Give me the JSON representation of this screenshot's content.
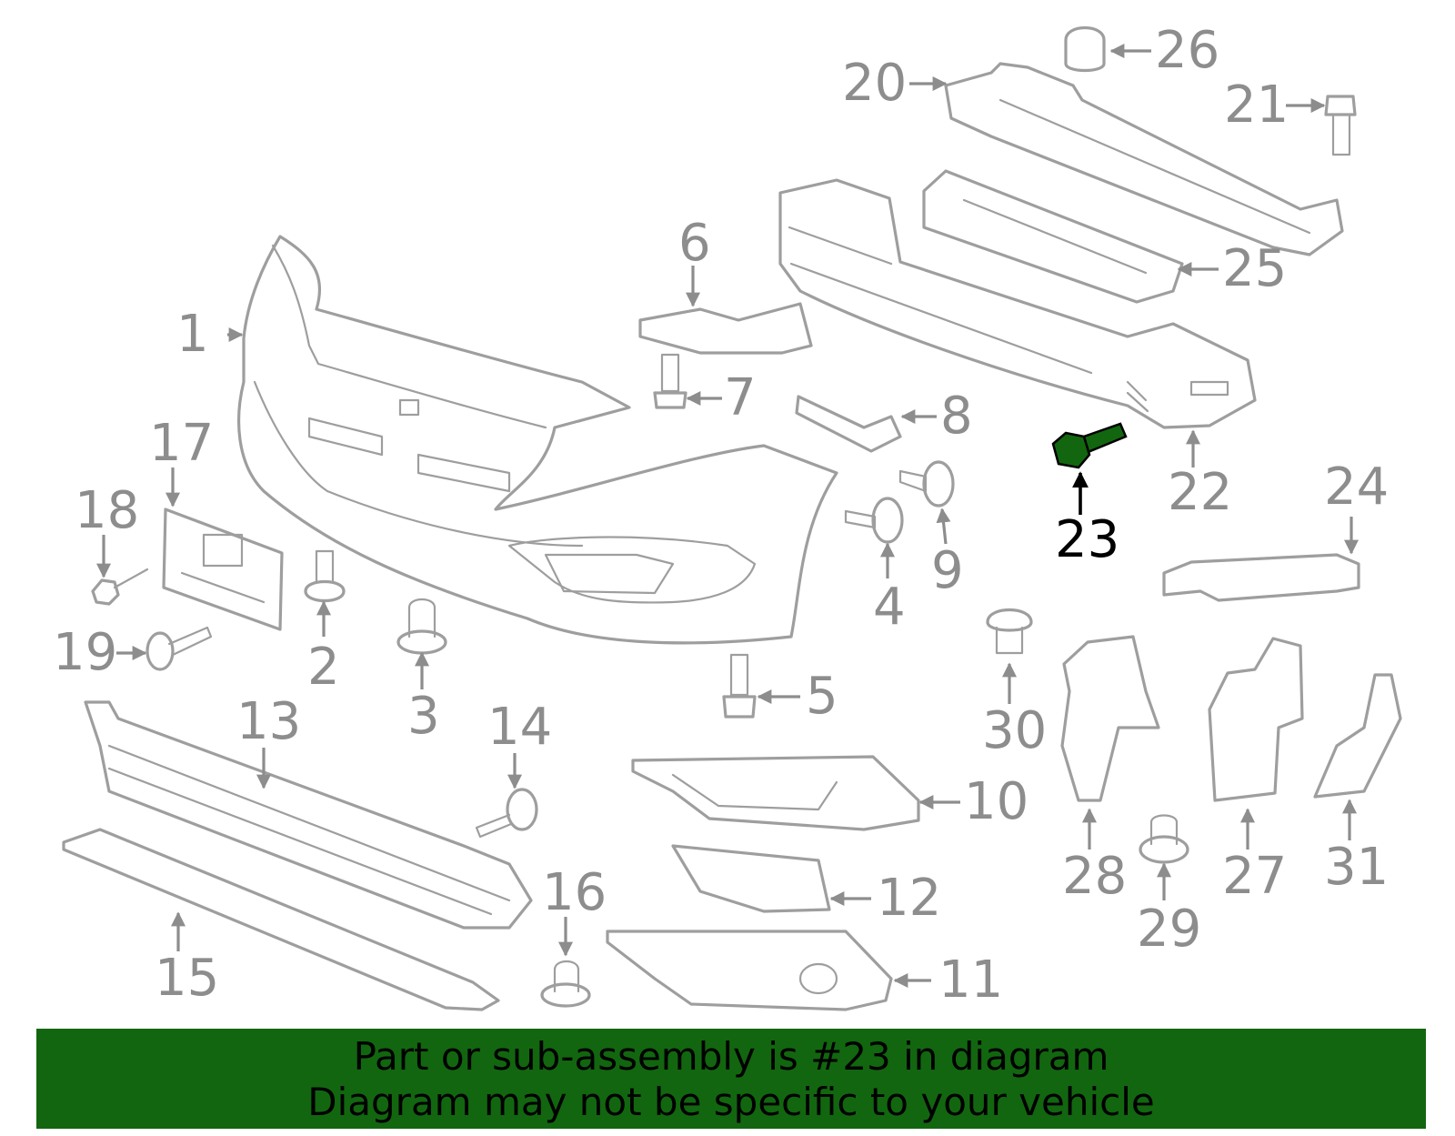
{
  "diagram": {
    "highlight_color": "#12660f",
    "highlight_part": "23",
    "labels": [
      "1",
      "2",
      "3",
      "4",
      "5",
      "6",
      "7",
      "8",
      "9",
      "10",
      "11",
      "12",
      "13",
      "14",
      "15",
      "16",
      "17",
      "18",
      "19",
      "20",
      "21",
      "22",
      "23",
      "24",
      "25",
      "26",
      "27",
      "28",
      "29",
      "30",
      "31"
    ]
  },
  "banner": {
    "line1": "Part or sub-assembly is #23 in diagram",
    "line2": "Diagram may not be specific to your vehicle",
    "background": "#12660f"
  }
}
